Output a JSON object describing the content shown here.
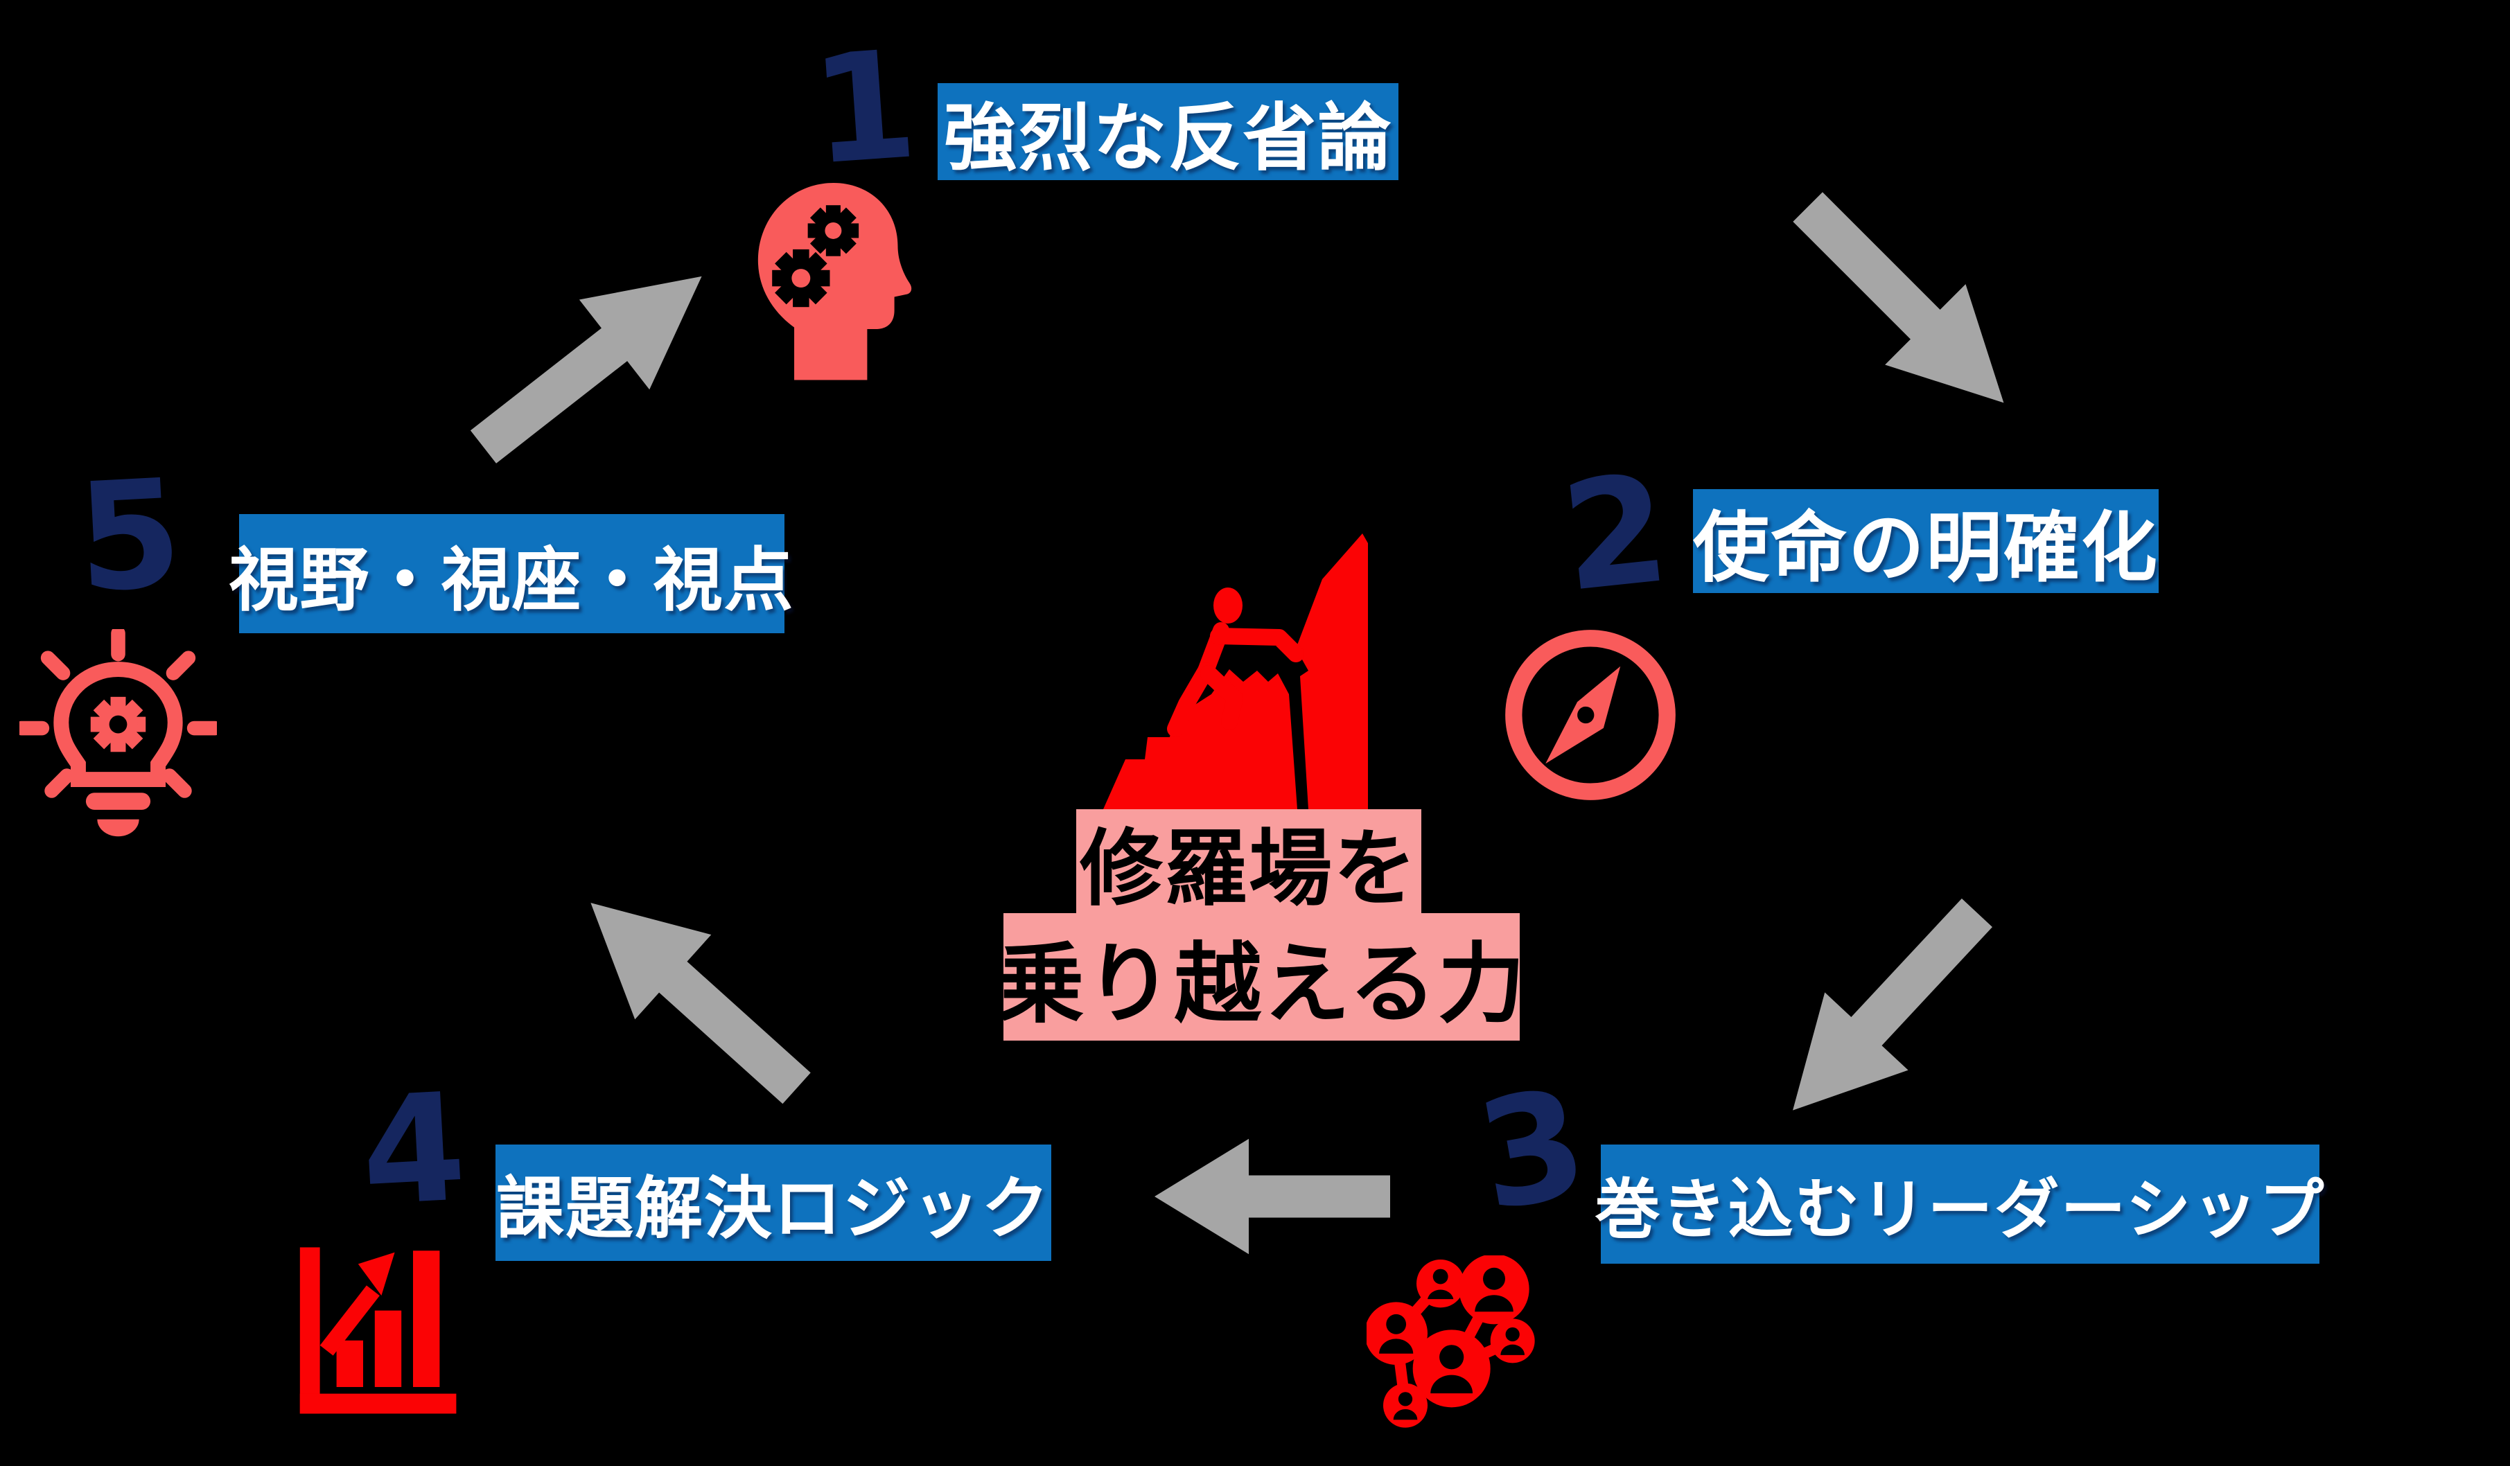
{
  "center": {
    "text_line1": "修羅場を",
    "text_line2": "乗り越える力",
    "icon": "mountain-climber-icon"
  },
  "steps": [
    {
      "num": "1",
      "label": "強烈な反省論",
      "icon": "head-with-gears-icon"
    },
    {
      "num": "2",
      "label": "使命の明確化",
      "icon": "compass-icon"
    },
    {
      "num": "3",
      "label": "巻き込むリーダーシップ",
      "icon": "people-network-icon"
    },
    {
      "num": "4",
      "label": "課題解決ロジック",
      "icon": "growth-bar-chart-icon"
    },
    {
      "num": "5",
      "label": "視野・視座・視点",
      "icon": "lightbulb-gear-icon"
    }
  ],
  "colors": {
    "background": "#000000",
    "label_blue": "#0E72BE",
    "number_navy": "#15265F",
    "icon_salmon": "#F95B5B",
    "icon_red": "#FB0305",
    "center_pink": "#F99E9E",
    "arrow_gray": "#A6A6A6",
    "label_text": "#FFFFFF",
    "center_text": "#000000"
  }
}
